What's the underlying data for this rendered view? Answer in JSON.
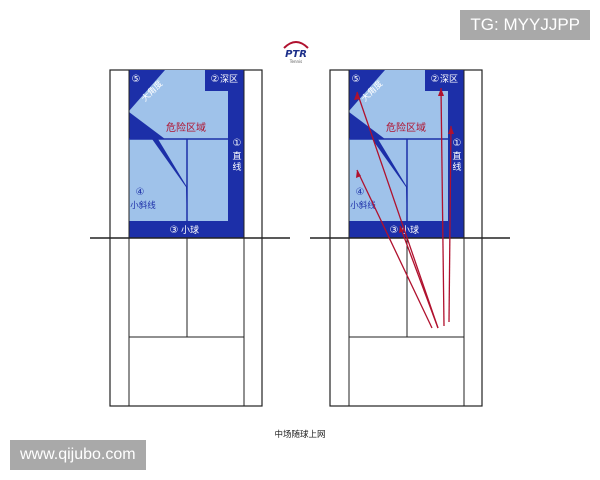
{
  "logo": {
    "text": "PTR",
    "subtext": "Tennis"
  },
  "caption": "中场随球上网",
  "watermark_tg": "TG: MYYJJPP",
  "watermark_url": "www.qijubo.com",
  "zones": {
    "deep_num": "②",
    "deep_text": "深区",
    "line_num": "①",
    "line_text_1": "直",
    "line_text_2": "线",
    "short_num": "③",
    "short_text": "小球",
    "angle_num": "⑤",
    "angle_text": "大角度",
    "diag_num": "④",
    "diag_text": "小斜线",
    "danger_text": "危险区域"
  },
  "colors": {
    "dark_blue": "#1c2fa8",
    "light_blue": "#9fc2ea",
    "court_line": "#222222",
    "shot_line": "#b0112e"
  }
}
